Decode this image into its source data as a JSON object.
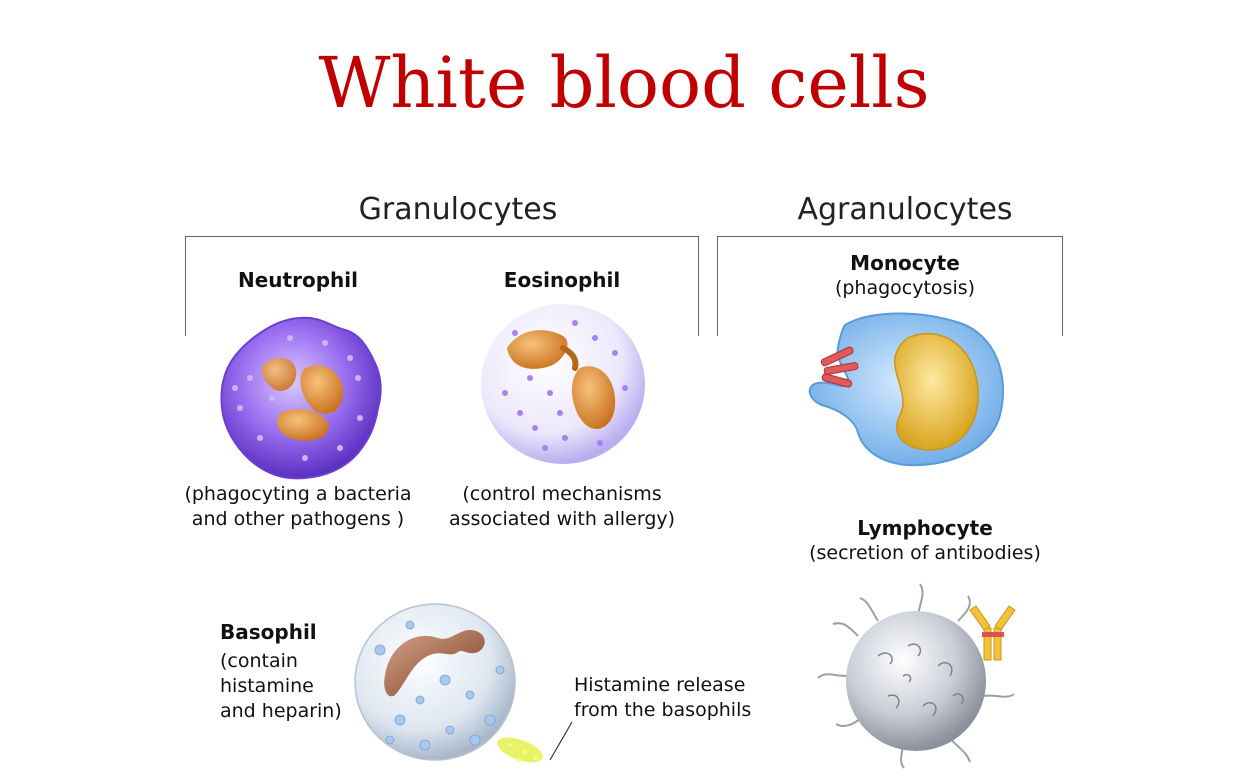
{
  "title": "White blood cells",
  "groups": {
    "granulocytes": "Granulocytes",
    "agranulocytes": "Agranulocytes"
  },
  "cells": {
    "neutrophil": {
      "name": "Neutrophil",
      "desc_line1": "(phagocyting a bacteria",
      "desc_line2": "and other pathogens )"
    },
    "eosinophil": {
      "name": "Eosinophil",
      "desc_line1": "(control mechanisms",
      "desc_line2": "associated with allergy)"
    },
    "basophil": {
      "name": "Basophil",
      "desc_line1": "(contain",
      "desc_line2": "histamine",
      "desc_line3": "and heparin)"
    },
    "monocyte": {
      "name": "Monocyte",
      "desc": "(phagocytosis)"
    },
    "lymphocyte": {
      "name": "Lymphocyte",
      "desc": "(secretion of antibodies)"
    }
  },
  "annotation": {
    "line1": "Histamine release",
    "line2": "from the basophils"
  },
  "colors": {
    "title": "#c00000",
    "neutrophil": "#8a5fe0",
    "eosinophil": "#ece8fb",
    "nucleus": "#e0903a",
    "monocyte": "#7fb6e8",
    "monocyte_nucleus": "#f2c64a",
    "basophil": "#dde6f0",
    "lymphocyte": "#c9cdd6",
    "histamine": "#e6f25a"
  }
}
